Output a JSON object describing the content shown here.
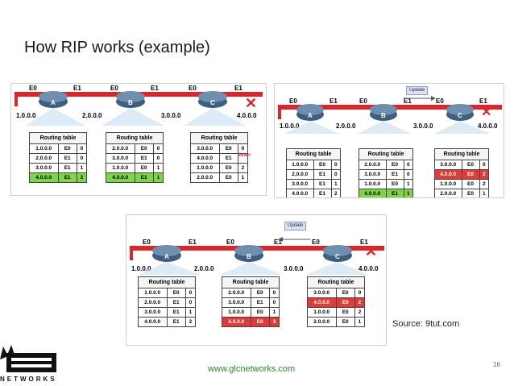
{
  "slide": {
    "title": "How RIP works (example)",
    "source": "Source: 9tut.com",
    "page_number": "16",
    "url": "www.glcnetworks.com",
    "logo_word": "NETWORKS"
  },
  "figures": [
    {
      "networks": [
        "1.0.0.0",
        "2.0.0.0",
        "3.0.0.0",
        "4.0.0.0"
      ],
      "ifaces": [
        "E0",
        "E1",
        "E0",
        "E1",
        "E0",
        "E1"
      ],
      "routers": [
        "A",
        "B",
        "C"
      ],
      "down_label": "down",
      "tables": [
        {
          "header": "Routing table",
          "rows": [
            [
              "1.0.0.0",
              "E0",
              "0"
            ],
            [
              "2.0.0.0",
              "E1",
              "0"
            ],
            [
              "3.0.0.0",
              "E1",
              "1"
            ],
            [
              "4.0.0.0",
              "E1",
              "2"
            ]
          ]
        },
        {
          "header": "Routing table",
          "rows": [
            [
              "2.0.0.0",
              "E0",
              "0"
            ],
            [
              "3.0.0.0",
              "E1",
              "0"
            ],
            [
              "1.0.0.0",
              "E0",
              "1"
            ],
            [
              "4.0.0.0",
              "E1",
              "1"
            ]
          ]
        },
        {
          "header": "Routing table",
          "rows": [
            [
              "3.0.0.0",
              "E0",
              "0"
            ],
            [
              "4.0.0.0",
              "E1",
              ""
            ],
            [
              "1.0.0.0",
              "E0",
              "2"
            ],
            [
              "2.0.0.0",
              "E0",
              "1"
            ]
          ]
        }
      ]
    },
    {
      "networks": [
        "1.0.0.0",
        "2.0.0.0",
        "3.0.0.0",
        "4.0.0.0"
      ],
      "ifaces": [
        "E0",
        "E1",
        "E0",
        "E1",
        "E0",
        "E1"
      ],
      "routers": [
        "A",
        "B",
        "C"
      ],
      "update_label": "Update",
      "tables": [
        {
          "header": "Routing table",
          "rows": [
            [
              "1.0.0.0",
              "E0",
              "0"
            ],
            [
              "2.0.0.0",
              "E1",
              "0"
            ],
            [
              "3.0.0.0",
              "E1",
              "1"
            ],
            [
              "4.0.0.0",
              "E1",
              "2"
            ]
          ]
        },
        {
          "header": "Routing table",
          "rows": [
            [
              "2.0.0.0",
              "E0",
              "0"
            ],
            [
              "3.0.0.0",
              "E1",
              "0"
            ],
            [
              "1.0.0.0",
              "E0",
              "1"
            ],
            [
              "4.0.0.0",
              "E1",
              "1"
            ]
          ]
        },
        {
          "header": "Routing table",
          "rows": [
            [
              "3.0.0.0",
              "E0",
              "0"
            ],
            [
              "4.0.0.0",
              "E0",
              "2"
            ],
            [
              "1.0.0.0",
              "E0",
              "2"
            ],
            [
              "2.0.0.0",
              "E0",
              "1"
            ]
          ]
        }
      ]
    },
    {
      "networks": [
        "1.0.0.0",
        "2.0.0.0",
        "3.0.0.0",
        "4.0.0.0"
      ],
      "ifaces": [
        "E0",
        "E1",
        "E0",
        "E1",
        "E0",
        "E1"
      ],
      "routers": [
        "A",
        "B",
        "C"
      ],
      "update_label": "Update",
      "tables": [
        {
          "header": "Routing table",
          "rows": [
            [
              "1.0.0.0",
              "E0",
              "0"
            ],
            [
              "2.0.0.0",
              "E1",
              "0"
            ],
            [
              "3.0.0.0",
              "E1",
              "1"
            ],
            [
              "4.0.0.0",
              "E1",
              "2"
            ]
          ]
        },
        {
          "header": "Routing table",
          "rows": [
            [
              "2.0.0.0",
              "E0",
              "0"
            ],
            [
              "3.0.0.0",
              "E1",
              "0"
            ],
            [
              "1.0.0.0",
              "E0",
              "1"
            ],
            [
              "4.0.0.0",
              "E0",
              "3"
            ]
          ]
        },
        {
          "header": "Routing table",
          "rows": [
            [
              "3.0.0.0",
              "E0",
              "0"
            ],
            [
              "4.0.0.0",
              "E0",
              "2"
            ],
            [
              "1.0.0.0",
              "E0",
              "2"
            ],
            [
              "2.0.0.0",
              "E0",
              "1"
            ]
          ]
        }
      ]
    }
  ],
  "colors": {
    "accent_green": "#7fd44a",
    "accent_red": "#e03b3b",
    "x_red": "#d9262b",
    "url_green": "#2b8a2b"
  }
}
